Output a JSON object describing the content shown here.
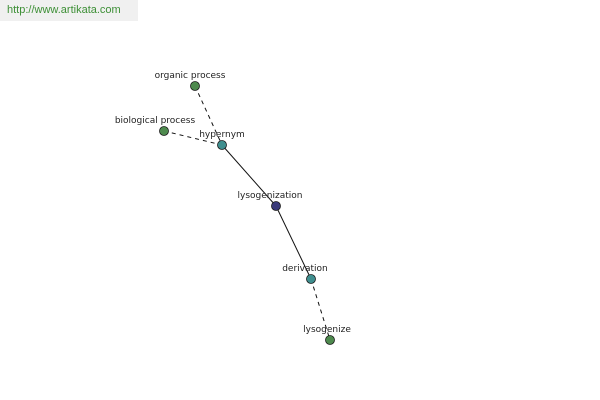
{
  "source": {
    "url": "http://www.artikata.com"
  },
  "colors": {
    "leaf": "#4e8a4e",
    "relation": "#3f8f8f",
    "center": "#3a3a7a",
    "edge": "#111111",
    "url_text": "#3d8f36",
    "banner_bg": "#f0f0f0"
  },
  "graph": {
    "nodes": [
      {
        "id": "organic-process",
        "label": "organic process",
        "kind": "leaf"
      },
      {
        "id": "biological-process",
        "label": "biological process",
        "kind": "leaf"
      },
      {
        "id": "hypernym",
        "label": "hypernym",
        "kind": "relation"
      },
      {
        "id": "lysogenization",
        "label": "lysogenization",
        "kind": "center"
      },
      {
        "id": "derivation",
        "label": "derivation",
        "kind": "relation"
      },
      {
        "id": "lysogenize",
        "label": "lysogenize",
        "kind": "leaf"
      }
    ],
    "edges": [
      {
        "from": "organic-process",
        "to": "hypernym",
        "style": "dashed"
      },
      {
        "from": "biological-process",
        "to": "hypernym",
        "style": "dashed"
      },
      {
        "from": "hypernym",
        "to": "lysogenization",
        "style": "solid"
      },
      {
        "from": "lysogenization",
        "to": "derivation",
        "style": "solid"
      },
      {
        "from": "derivation",
        "to": "lysogenize",
        "style": "dashed"
      }
    ]
  }
}
